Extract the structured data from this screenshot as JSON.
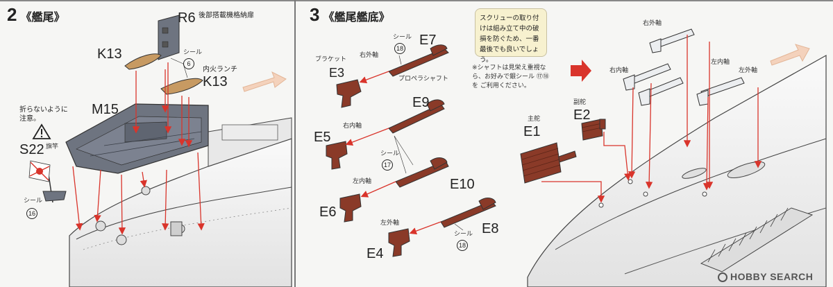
{
  "step2": {
    "number": "2",
    "title": "《艦尾》",
    "labels": {
      "r6": "R6",
      "r6_caption": "後部搭載機格納扉",
      "k13_a": "K13",
      "seal_6_prefix": "シール",
      "seal_6": "6",
      "k13_caption": "内火ランチ",
      "k13_b": "K13",
      "m15": "M15",
      "warning": "折らないように\n注意。",
      "s22": "S22",
      "s22_caption": "旗竿",
      "seal_16_prefix": "シール",
      "seal_16": "16"
    }
  },
  "step3": {
    "number": "3",
    "title": "《艦尾艦底》",
    "note": "スクリューの取り付けは組み立て中の破損を防ぐため、一番最後でも良いでしょう。",
    "side_note": "※シャフトは見栄え重視なら、お好みで銀シール ⑰⑱ を ご利用ください。",
    "labels": {
      "seal_18a_prefix": "シール",
      "seal_18a": "18",
      "e7": "E7",
      "bracket": "ブラケット",
      "starboard_outer_a": "右外軸",
      "e3": "E3",
      "prop_shaft": "プロペラシャフト",
      "e9": "E9",
      "starboard_inner": "右内軸",
      "e5": "E5",
      "seal_17_prefix": "シール",
      "seal_17": "17",
      "e10": "E10",
      "port_inner": "左内軸",
      "e6": "E6",
      "port_outer": "左外軸",
      "seal_18b_prefix": "シール",
      "seal_18b": "18",
      "e8": "E8",
      "e4": "E4",
      "main_rudder": "主舵",
      "e1": "E1",
      "aux_rudder": "副舵",
      "e2": "E2",
      "r_outer": "右外軸",
      "r_inner": "右内軸",
      "l_inner": "左内軸",
      "l_outer": "左外軸"
    }
  },
  "watermark": "HOBBY SEARCH",
  "colors": {
    "part_red": "#8a3a28",
    "part_gray": "#6e7480",
    "part_wood": "#c79a62",
    "arrow": "#d9342b",
    "hull": "#f2f2f2",
    "line": "#444"
  }
}
